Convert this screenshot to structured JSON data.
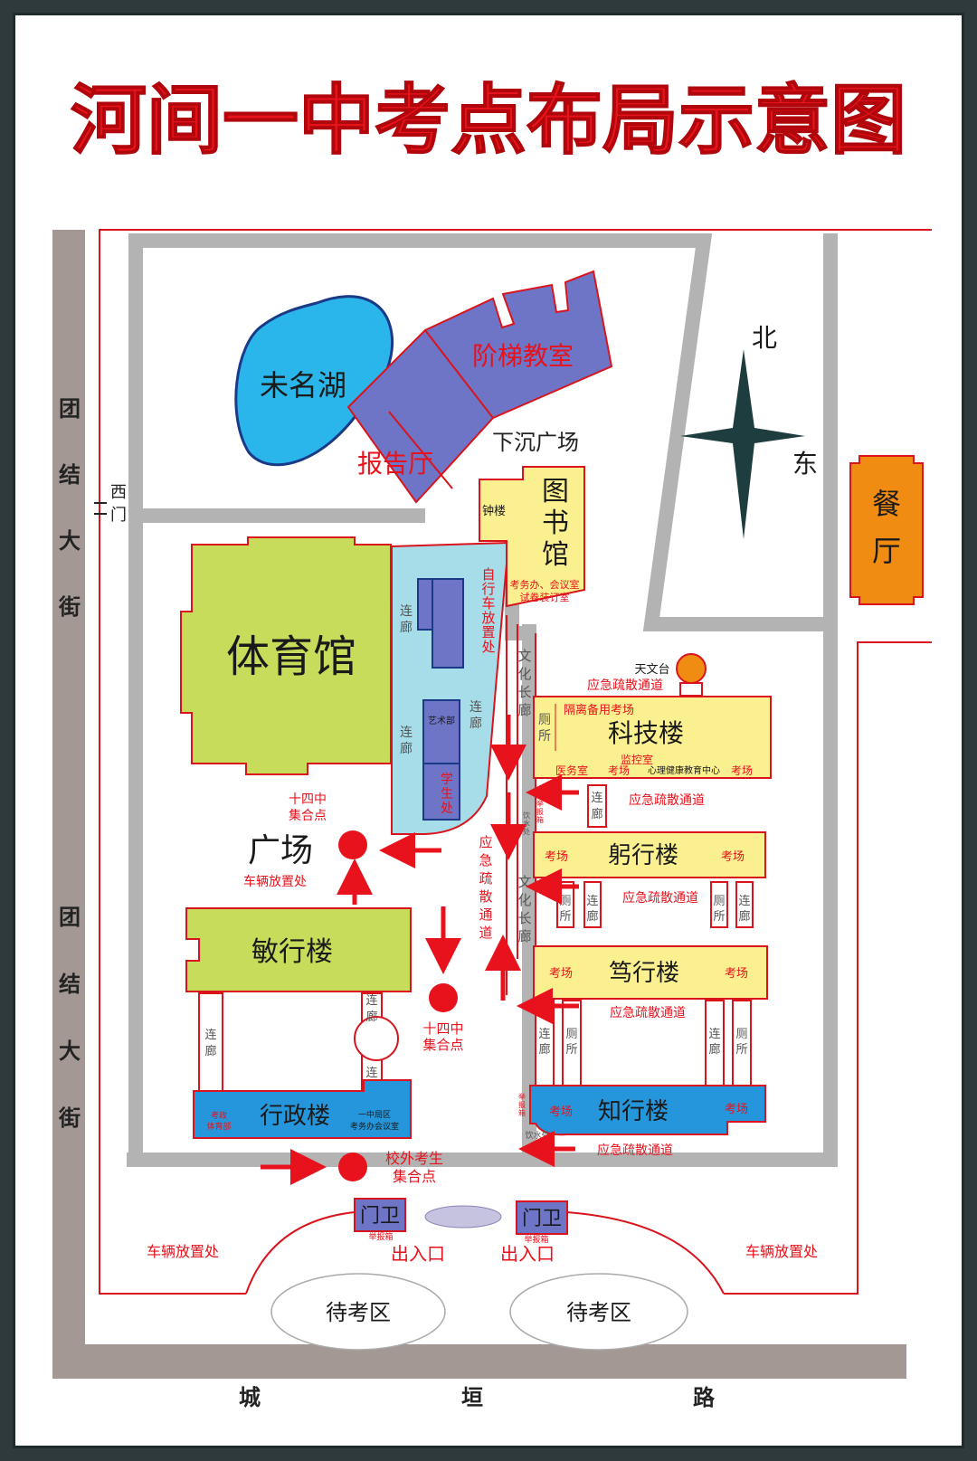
{
  "title": "河间一中考点布局示意图",
  "compass": {
    "north": "北",
    "east": "东"
  },
  "streets": {
    "west_a": [
      "团",
      "结",
      "大",
      "街"
    ],
    "west_b": [
      "团",
      "结",
      "大",
      "街"
    ],
    "south": [
      "城",
      "垣",
      "路"
    ]
  },
  "gates": {
    "west": "西门",
    "guard": "门卫",
    "entrance": "出入口",
    "report_box": "举报箱"
  },
  "zones": {
    "waiting": "待考区",
    "parking": "车辆放置处",
    "bike": "自行车放置处"
  },
  "buildings": {
    "lake": "未名湖",
    "lecture": "阶梯教室",
    "report_hall": "报告厅",
    "sunken_plaza": "下沉广场",
    "library": "图书馆",
    "clock_tower": "钟楼",
    "library_note": "考务办、会议室试卷装订室",
    "gym": "体育馆",
    "plaza": "广场",
    "canteen": "餐厅",
    "observatory": "天文台",
    "science": "科技楼",
    "gongxing": "躬行楼",
    "duxing": "笃行楼",
    "minxing": "敏行楼",
    "zhixing": "知行楼",
    "admin": "行政楼",
    "art": "艺术部",
    "student": "学生处",
    "culture_corridor": "文化长廊"
  },
  "labels": {
    "corridor": "连廊",
    "toilet": "厕所",
    "exam_room": "考场",
    "emergency": "应急疏散通道",
    "isolation_room": "隔离备用考场",
    "monitor": "监控室",
    "clinic": "医务室",
    "mental": "心理健康教育中心",
    "water": "饮水处",
    "admin_left": "考政体育部",
    "admin_right": "一中局区考务办会议室",
    "assembly_14": "十四中集合点",
    "assembly_out": "校外考生集合点"
  },
  "colors": {
    "title": "#e8141c",
    "road": "#b3b3b3",
    "street": "#a39894",
    "boundary": "#d9141c",
    "lake": "#2ab6ea",
    "purple": "#6e74c6",
    "yellow": "#fbf08f",
    "green": "#c7dc5a",
    "lightblue": "#a7dce9",
    "blue": "#2596dc",
    "orange": "#f08c12",
    "red": "#e8121c"
  }
}
